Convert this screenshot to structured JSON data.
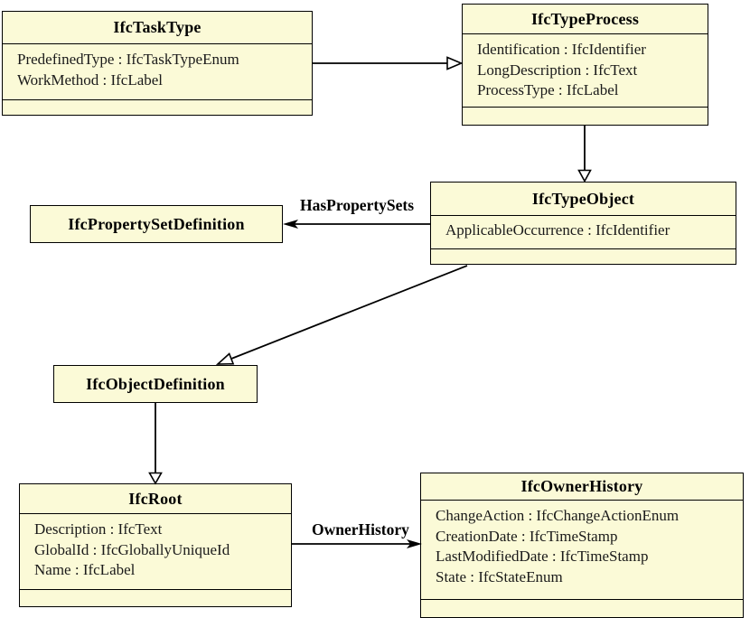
{
  "diagram": {
    "kind": "uml-class-diagram",
    "colors": {
      "class_fill": "#FBFAD7",
      "border": "#000000",
      "background": "#FFFFFF",
      "text": "#000000"
    }
  },
  "classes": [
    {
      "name": "IfcTaskType",
      "attributes": [
        "PredefinedType : IfcTaskTypeEnum",
        "WorkMethod : IfcLabel"
      ]
    },
    {
      "name": "IfcTypeProcess",
      "attributes": [
        "Identification : IfcIdentifier",
        "LongDescription : IfcText",
        "ProcessType : IfcLabel"
      ]
    },
    {
      "name": "IfcTypeObject",
      "attributes": [
        "ApplicableOccurrence : IfcIdentifier"
      ]
    },
    {
      "name": "IfcPropertySetDefinition",
      "attributes": []
    },
    {
      "name": "IfcObjectDefinition",
      "attributes": []
    },
    {
      "name": "IfcRoot",
      "attributes": [
        "Description : IfcText",
        "GlobalId : IfcGloballyUniqueId",
        "Name : IfcLabel"
      ]
    },
    {
      "name": "IfcOwnerHistory",
      "attributes": [
        "ChangeAction : IfcChangeActionEnum",
        "CreationDate : IfcTimeStamp",
        "LastModifiedDate : IfcTimeStamp",
        "State : IfcStateEnum"
      ]
    }
  ],
  "relations": [
    {
      "type": "generalization",
      "from": "IfcTaskType",
      "to": "IfcTypeProcess",
      "label": ""
    },
    {
      "type": "generalization",
      "from": "IfcTypeProcess",
      "to": "IfcTypeObject",
      "label": ""
    },
    {
      "type": "association",
      "from": "IfcTypeObject",
      "to": "IfcPropertySetDefinition",
      "label": "HasPropertySets"
    },
    {
      "type": "generalization",
      "from": "IfcTypeObject",
      "to": "IfcObjectDefinition",
      "label": ""
    },
    {
      "type": "generalization",
      "from": "IfcObjectDefinition",
      "to": "IfcRoot",
      "label": ""
    },
    {
      "type": "association",
      "from": "IfcRoot",
      "to": "IfcOwnerHistory",
      "label": "OwnerHistory"
    }
  ]
}
